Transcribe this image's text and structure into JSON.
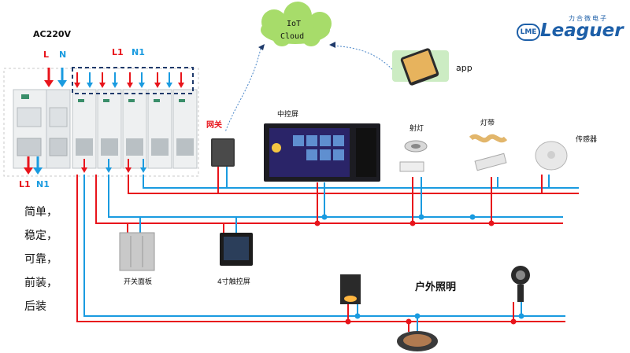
{
  "power": {
    "title": "AC220V",
    "in_l": "L",
    "in_n": "N",
    "out_l": "L1",
    "out_n": "N1",
    "top_l": "L1",
    "top_n": "N1"
  },
  "cloud": {
    "line1": "IoT",
    "line2": "Cloud"
  },
  "brand": {
    "badge": "LME",
    "name": "Leaguer",
    "tagline": "力合微电子"
  },
  "app": {
    "label": "app"
  },
  "devices": {
    "gateway": "网关",
    "central_screen": "中控屏",
    "spotlight": "射灯",
    "light_strip": "灯带",
    "sensor": "传感器",
    "switch_panel": "开关面板",
    "touch_screen": "4寸触控屏",
    "outdoor": "户外照明"
  },
  "features": [
    "简单，",
    "稳定，",
    "可靠，",
    "前装，",
    "后装"
  ],
  "colors": {
    "live": "#e8141b",
    "neutral": "#1a9be0",
    "dash": "#1f3a6b",
    "cloud": "#a7dc6a"
  }
}
